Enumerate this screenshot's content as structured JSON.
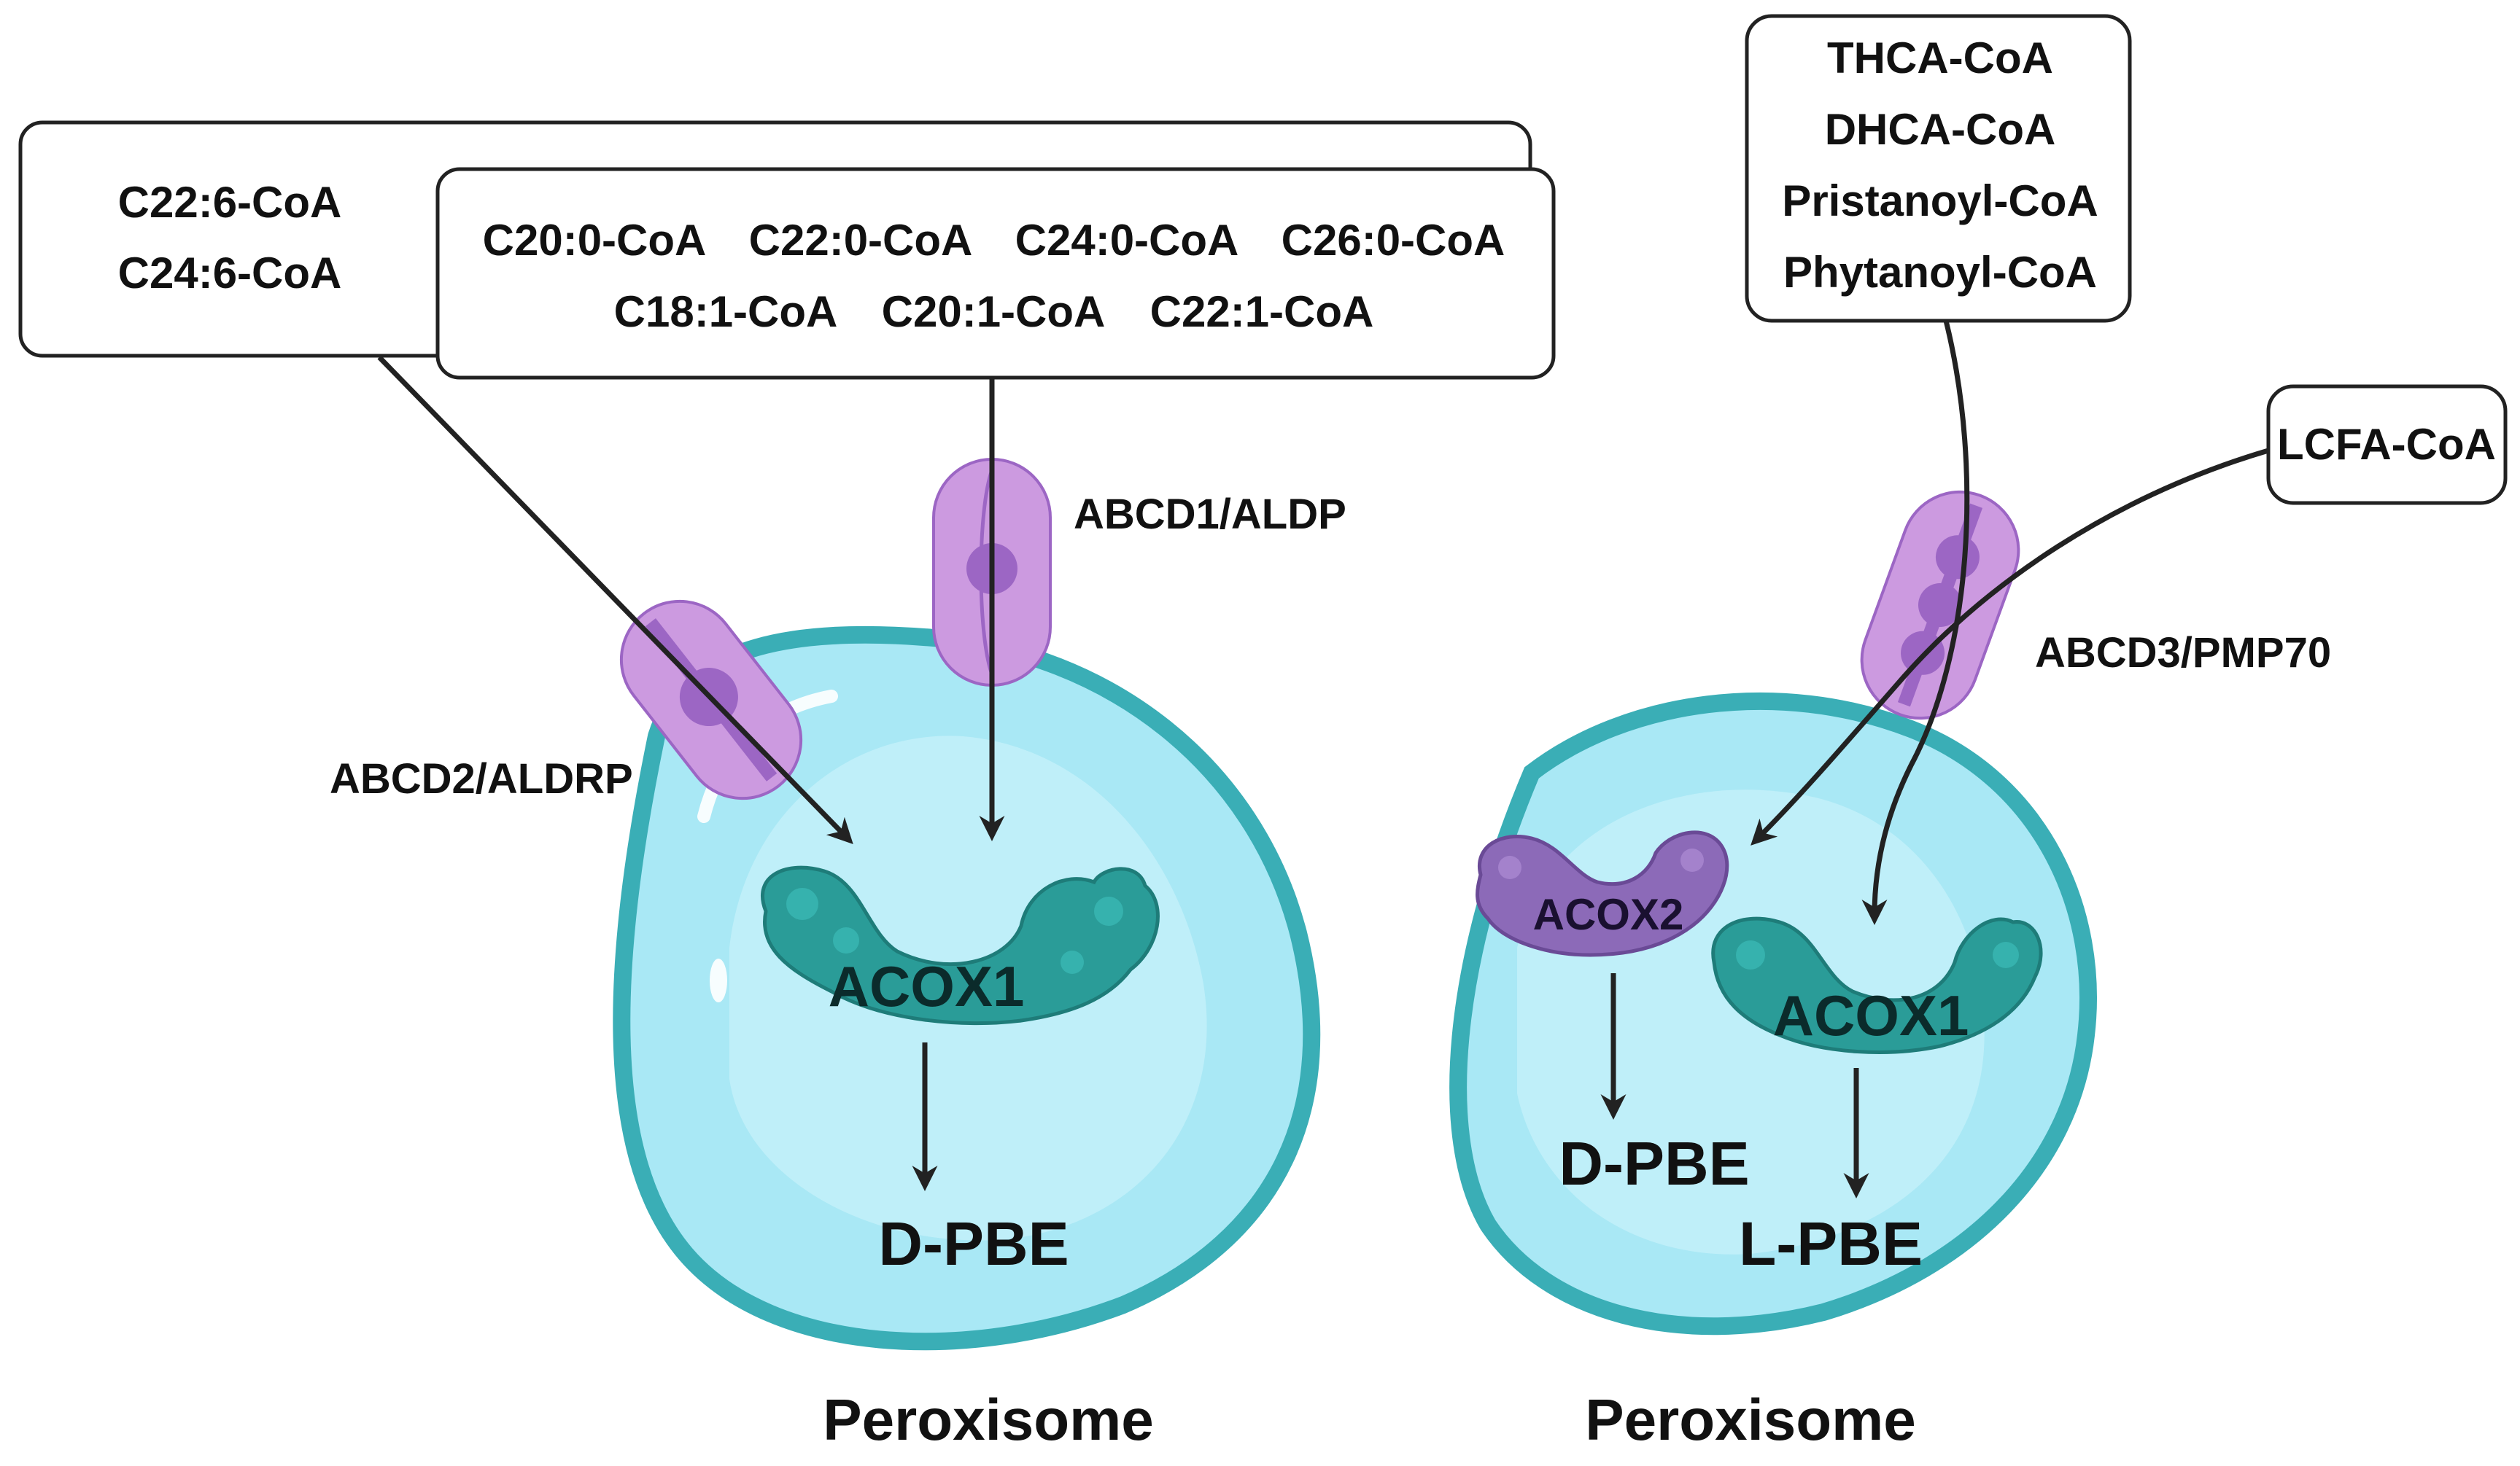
{
  "boxes": {
    "left_outer": [
      "C22:6-CoA",
      "C24:6-CoA"
    ],
    "left_inner_row1": [
      "C20:0-CoA",
      "C22:0-CoA",
      "C24:0-CoA",
      "C26:0-CoA"
    ],
    "left_inner_row2": [
      "C18:1-CoA",
      "C20:1-CoA",
      "C22:1-CoA"
    ],
    "right_top": [
      "THCA-CoA",
      "DHCA-CoA",
      "Pristanoyl-CoA",
      "Phytanoyl-CoA"
    ],
    "right_lcfa": "LCFA-CoA"
  },
  "transporters": {
    "abcd1": "ABCD1/ALDP",
    "abcd2": "ABCD2/ALDRP",
    "abcd3": "ABCD3/PMP70"
  },
  "left_peroxisome": {
    "enzyme": "ACOX1",
    "product": "D-PBE",
    "label": "Peroxisome"
  },
  "right_peroxisome": {
    "enzyme_a": "ACOX2",
    "enzyme_b": "ACOX1",
    "product_a": "D-PBE",
    "product_b": "L-PBE",
    "label": "Peroxisome"
  },
  "colors": {
    "membrane": "#3aaeb6",
    "lumen": "#a9e8f5",
    "lumen_light": "#c9f2fb",
    "transporter": "#cc9ae0",
    "transporter_dark": "#9c66c4",
    "acox1": "#2a9c98",
    "acox2": "#8c6ab8"
  }
}
